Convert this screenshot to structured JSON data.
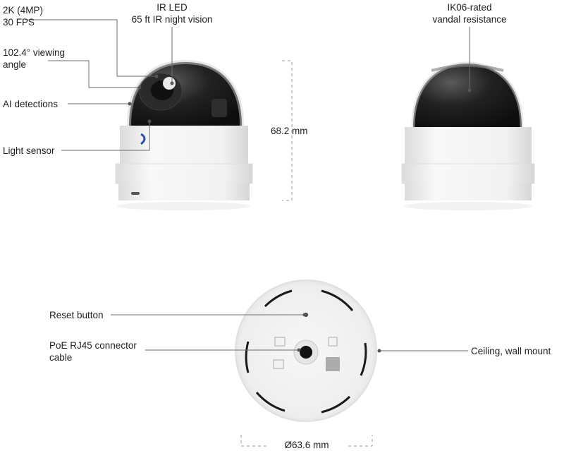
{
  "front_view": {
    "resolution_line1": "2K (4MP)",
    "resolution_line2": "30 FPS",
    "ir_led_line1": "IR LED",
    "ir_led_line2": "65 ft IR night vision",
    "viewing_angle_line1": "102.4° viewing",
    "viewing_angle_line2": "angle",
    "ai_detections": "AI detections",
    "light_sensor": "Light sensor"
  },
  "height_dimension": "68.2 mm",
  "back_view": {
    "vandal_line1": "IK06-rated",
    "vandal_line2": "vandal resistance"
  },
  "bottom_view": {
    "reset_button": "Reset button",
    "poe_line1": "PoE RJ45 connector",
    "poe_line2": "cable",
    "mount": "Ceiling, wall mount",
    "diameter": "Ø63.6 mm"
  },
  "colors": {
    "body_white": "#f4f4f4",
    "dome_dark": "#1c1c1c",
    "leader_line": "#6b6b6b"
  }
}
